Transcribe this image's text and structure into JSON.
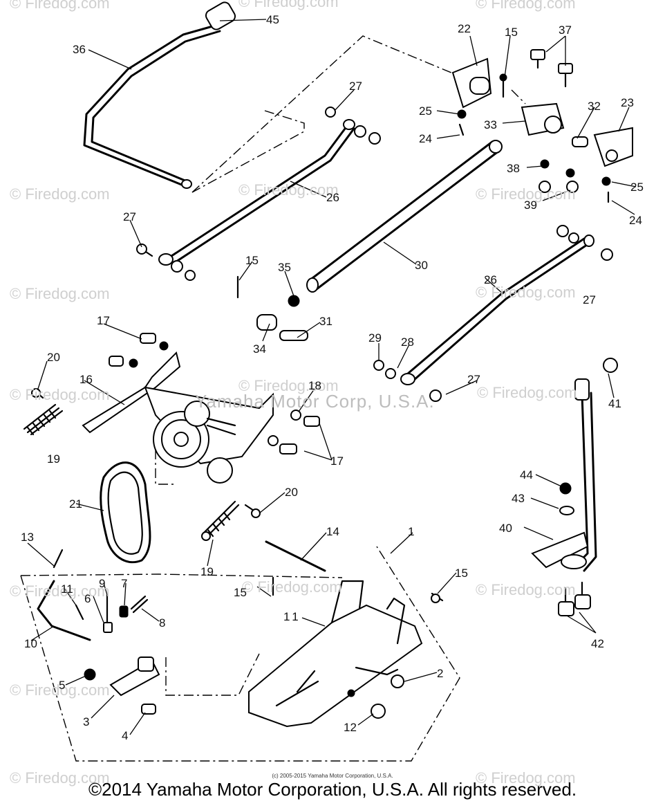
{
  "watermarks": [
    "© Firedog.com",
    "© Firedog.com",
    "© Firedog.com",
    "© Firedog.com",
    "© Firedog.com",
    "© Firedog.com",
    "© Firedog.com",
    "© Firedog.com",
    "© Firedog.com",
    "© Firedog.com",
    "© Firedog.com",
    "© Firedog.com",
    "© Firedog.com",
    "© Firedog.com",
    "© Firedog.com",
    "© Firedog.com",
    "© Firedog.com"
  ],
  "watermark_main": "Yamaha Motor Corp, U.S.A.",
  "callouts": [
    "45",
    "36",
    "22",
    "15",
    "37",
    "27",
    "25",
    "33",
    "32",
    "23",
    "24",
    "26",
    "38",
    "25",
    "39",
    "24",
    "27",
    "30",
    "26",
    "35",
    "15",
    "27",
    "31",
    "34",
    "17",
    "29",
    "28",
    "27",
    "20",
    "16",
    "18",
    "41",
    "19",
    "17",
    "20",
    "21",
    "44",
    "43",
    "40",
    "13",
    "14",
    "1",
    "19",
    "15",
    "15",
    "11",
    "9",
    "7",
    "6",
    "8",
    "10",
    "11",
    "2",
    "42",
    "5",
    "3",
    "12",
    "4"
  ],
  "copyright_small": "(c) 2005-2015 Yamaha Motor Corporation, U.S.A.",
  "footer": "©2014 Yamaha Motor Corporation, U.S.A. All rights reserved."
}
